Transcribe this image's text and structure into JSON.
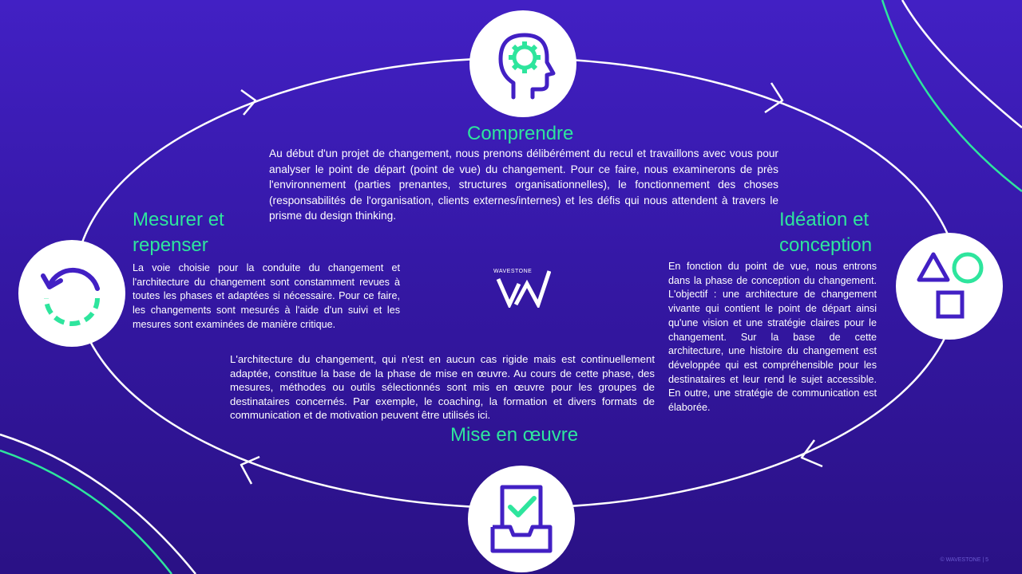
{
  "brand": {
    "accent": "#2ee59d",
    "primary": "#4220c4",
    "logo_text": "WAVESTONE",
    "footer": "© WAVESTONE | 5"
  },
  "phases": {
    "comprendre": {
      "title": "Comprendre",
      "icon": "head-gear-icon",
      "text": "Au début d'un projet de changement, nous prenons délibérément du recul et travaillons avec vous pour analyser le point de départ (point de vue) du changement. Pour ce faire, nous examinerons de près l'environnement (parties prenantes, structures organisationnelles), le fonctionnement des choses (responsabilités de l'organisation, clients externes/internes) et les défis qui nous attendent à travers le prisme du design thinking."
    },
    "ideation": {
      "title_line1": "Idéation et",
      "title_line2": "conception",
      "icon": "shapes-icon",
      "text": "En fonction du point de vue, nous entrons dans la phase de conception du changement. L'objectif : une architecture de changement vivante qui contient le point de départ ainsi qu'une vision et une stratégie claires pour le changement. Sur la base de cette architecture, une histoire du changement est développée qui est compréhensible pour les destinataires et leur rend le sujet accessible. En outre, une stratégie de communication est élaborée."
    },
    "mise": {
      "title": "Mise en œuvre",
      "icon": "inbox-check-icon",
      "text": "L'architecture du changement, qui n'est en aucun cas rigide mais est continuellement adaptée, constitue la base de la phase de mise en œuvre. Au cours de cette phase, des mesures, méthodes ou outils sélectionnés sont mis en œuvre pour les groupes de destinataires concernés. Par exemple, le coaching, la formation et divers formats de communication et de motivation peuvent être utilisés ici."
    },
    "mesurer": {
      "title_line1": "Mesurer et",
      "title_line2": "repenser",
      "icon": "cycle-arrow-icon",
      "text": "La voie choisie pour la conduite du changement et l'architecture du changement sont constamment revues à toutes les phases et adaptées si nécessaire. Pour ce faire, les changements sont mesurés à l'aide d'un suivi et les mesures sont examinées de manière critique."
    }
  }
}
